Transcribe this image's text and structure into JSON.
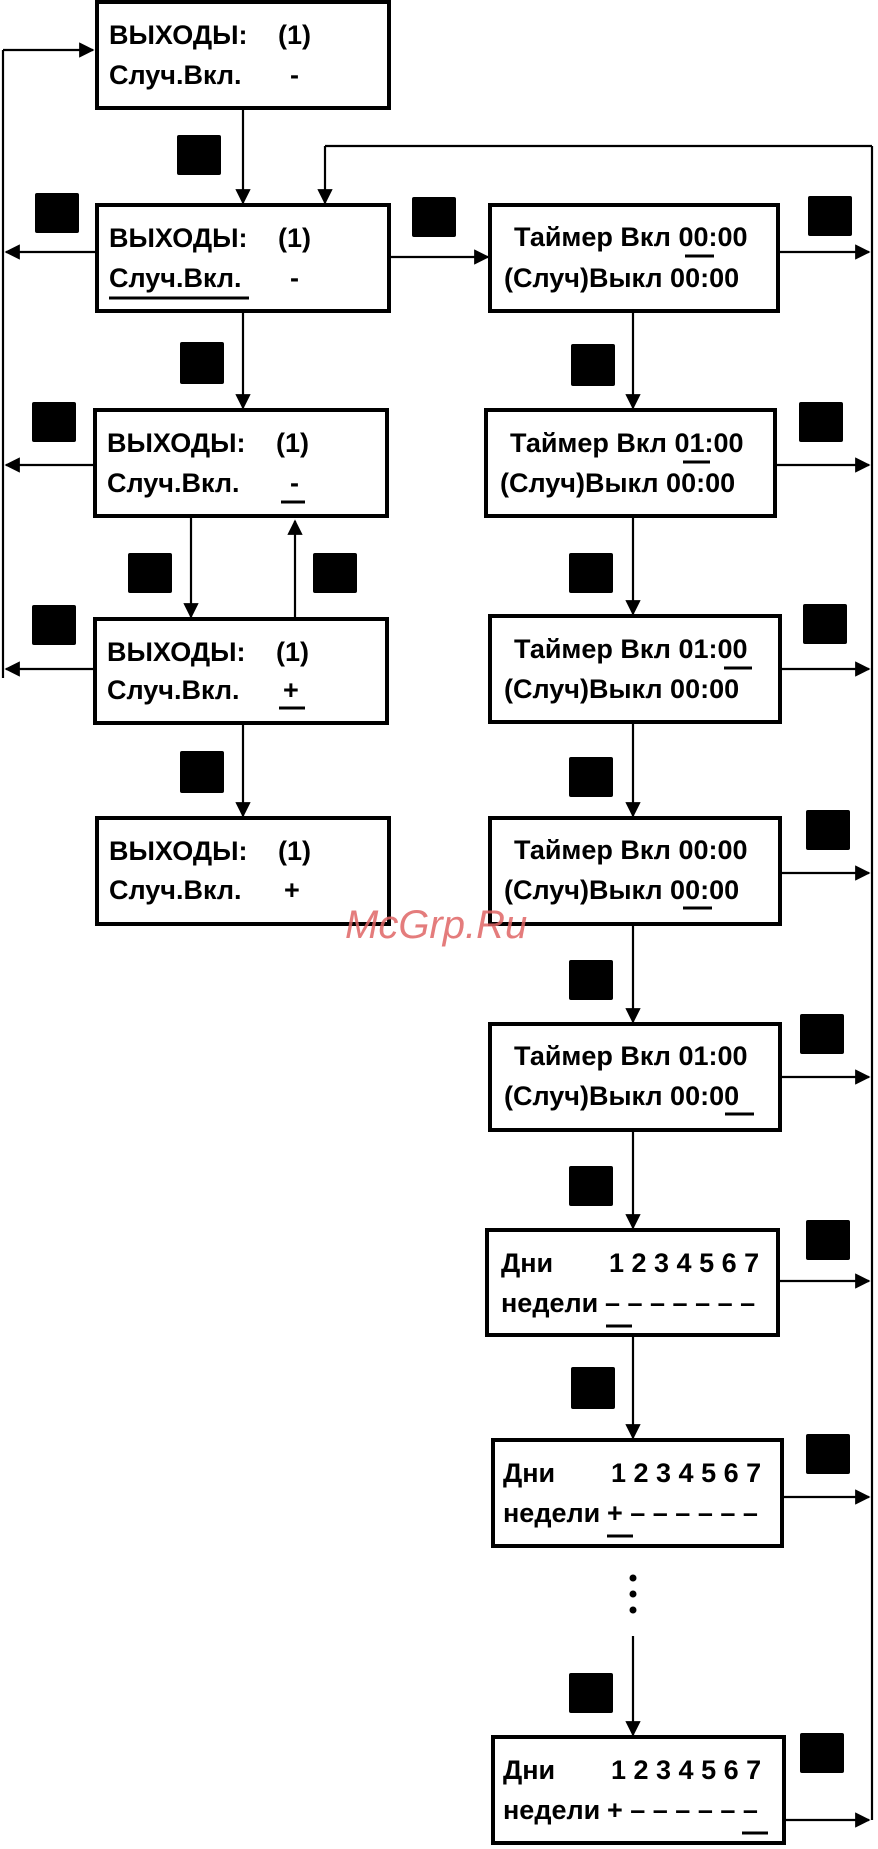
{
  "screens": {
    "out_top": {
      "title": "ВЫХОДЫ:",
      "num": "(1)",
      "label": "Случ.Вкл.",
      "val": "-"
    },
    "out_sel": {
      "title": "ВЫХОДЫ:",
      "num": "(1)",
      "label": "Случ.Вкл.",
      "val": "-"
    },
    "out_edit_minus": {
      "title": "ВЫХОДЫ:",
      "num": "(1)",
      "label": "Случ.Вкл.",
      "val": "-"
    },
    "out_edit_plus": {
      "title": "ВЫХОДЫ:",
      "num": "(1)",
      "label": "Случ.Вкл.",
      "val": "+"
    },
    "out_result": {
      "title": "ВЫХОДЫ:",
      "num": "(1)",
      "label": "Случ.Вкл.",
      "val": "+"
    },
    "timer1": {
      "on_label": "Таймер Вкл",
      "on_h": "00",
      "on_m": "00",
      "off_label": "(Случ)Выкл",
      "off_h": "00",
      "off_m": "00"
    },
    "timer2": {
      "on_label": "Таймер Вкл",
      "on_h": "01",
      "on_m": "00",
      "off_label": "(Случ)Выкл",
      "off_h": "00",
      "off_m": "00"
    },
    "timer3": {
      "on_label": "Таймер Вкл",
      "on_h": "01",
      "on_m": "00",
      "off_label": "(Случ)Выкл",
      "off_h": "00",
      "off_m": "00"
    },
    "timer4": {
      "on_label": "Таймер Вкл",
      "on_h": "00",
      "on_m": "00",
      "off_label": "(Случ)Выкл",
      "off_h": "00",
      "off_m": "00"
    },
    "timer5": {
      "on_label": "Таймер Вкл",
      "on_h": "01",
      "on_m": "00",
      "off_label": "(Случ)Выкл",
      "off_h": "00",
      "off_m": "00"
    },
    "days1": {
      "word1": "Дни",
      "word2": "недели",
      "numbers": "1 2 3 4 5 6 7",
      "marks": "– – – – – – –"
    },
    "days2": {
      "word1": "Дни",
      "word2": "недели",
      "numbers": "1 2 3 4 5 6 7",
      "marks": "+ – – – – – –"
    },
    "days3": {
      "word1": "Дни",
      "word2": "недели",
      "numbers": "1 2 3 4 5 6 7",
      "marks": "+ – – – – – –"
    }
  },
  "separator": ":",
  "ellipsis": "⋮",
  "watermark": "McGrp.Ru",
  "icons": {
    "ok": "check-icon",
    "cancel": "cross-icon",
    "select": "cycle-icon"
  }
}
